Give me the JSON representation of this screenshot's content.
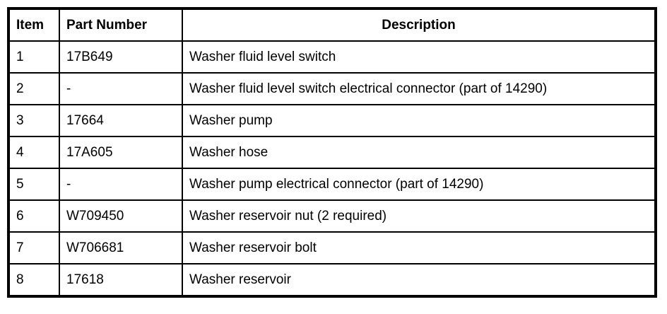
{
  "table": {
    "columns": [
      "Item",
      "Part Number",
      "Description"
    ],
    "rows": [
      {
        "item": "1",
        "part": "17B649",
        "desc": "Washer fluid level switch"
      },
      {
        "item": "2",
        "part": "-",
        "desc": "Washer fluid level switch electrical connector (part of 14290)"
      },
      {
        "item": "3",
        "part": "17664",
        "desc": "Washer pump"
      },
      {
        "item": "4",
        "part": "17A605",
        "desc": "Washer hose"
      },
      {
        "item": "5",
        "part": "-",
        "desc": "Washer pump electrical connector (part of 14290)"
      },
      {
        "item": "6",
        "part": "W709450",
        "desc": "Washer reservoir nut (2 required)"
      },
      {
        "item": "7",
        "part": "W706681",
        "desc": "Washer reservoir bolt"
      },
      {
        "item": "8",
        "part": "17618",
        "desc": "Washer reservoir"
      }
    ],
    "colors": {
      "border": "#000000",
      "background": "#ffffff",
      "text": "#000000"
    }
  }
}
